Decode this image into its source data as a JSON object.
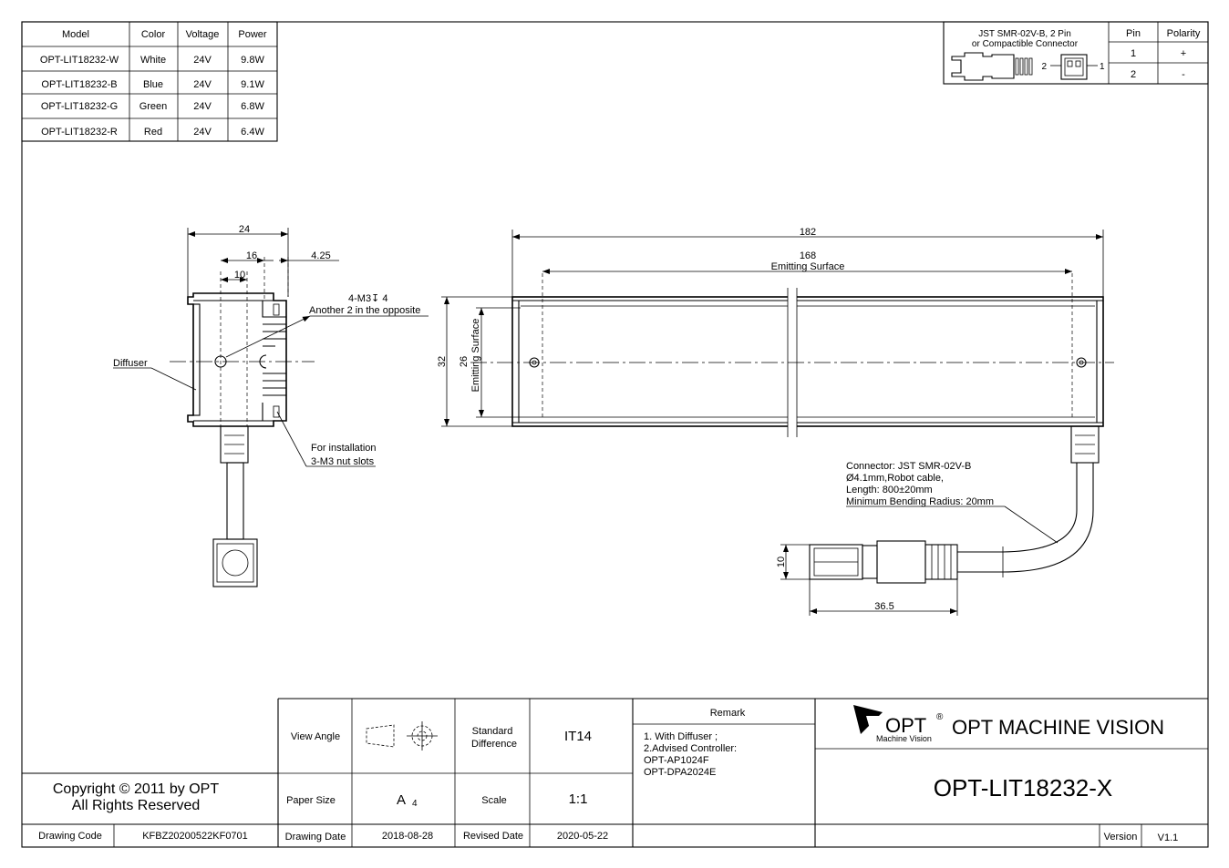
{
  "model_table": {
    "headers": [
      "Model",
      "Color",
      "Voltage",
      "Power"
    ],
    "rows": [
      [
        "OPT-LIT18232-W",
        "White",
        "24V",
        "9.8W"
      ],
      [
        "OPT-LIT18232-B",
        "Blue",
        "24V",
        "9.1W"
      ],
      [
        "OPT-LIT18232-G",
        "Green",
        "24V",
        "6.8W"
      ],
      [
        "OPT-LIT18232-R",
        "Red",
        "24V",
        "6.4W"
      ]
    ]
  },
  "pin_table": {
    "connector_line1": "JST SMR-02V-B, 2 Pin",
    "connector_line2": "or Compactible Connector",
    "pin_header": "Pin",
    "polarity_header": "Polarity",
    "rows": [
      [
        "1",
        "+"
      ],
      [
        "2",
        "-"
      ]
    ],
    "pin_label_2": "2",
    "pin_label_1": "1"
  },
  "side_view": {
    "dim_24": "24",
    "dim_16": "16",
    "dim_10": "10",
    "dim_425": "4.25",
    "hole_note_1": "4-M3↧ 4",
    "hole_note_2": "Another 2 in the opposite",
    "diffuser": "Diffuser",
    "install_1": "For installation",
    "install_2": "3-M3 nut slots"
  },
  "front_view": {
    "dim_182": "182",
    "dim_168": "168",
    "emitting_surface": "Emitting Surface",
    "dim_32": "32",
    "dim_26": "26",
    "emitting_surface_v": "Emitting Surface"
  },
  "cable": {
    "line1": "Connector: JST SMR-02V-B",
    "line2": "Ø4.1mm,Robot cable,",
    "line3": "Length: 800±20mm",
    "line4": "Minimum Bending Radius: 20mm",
    "dim_10": "10",
    "dim_365": "36.5"
  },
  "title_block": {
    "copyright_1": "Copyright © 2011 by OPT",
    "copyright_2": "All Rights Reserved",
    "drawing_code_label": "Drawing Code",
    "drawing_code": "KFBZ20200522KF0701",
    "view_angle_label": "View Angle",
    "standard_diff_label_1": "Standard",
    "standard_diff_label_2": "Difference",
    "standard_diff": "IT14",
    "paper_size_label": "Paper Size",
    "paper_size": "A",
    "paper_size_sub": "4",
    "scale_label": "Scale",
    "scale": "1:1",
    "drawing_date_label": "Drawing Date",
    "drawing_date": "2018-08-28",
    "revised_date_label": "Revised Date",
    "revised_date": "2020-05-22",
    "remark_label": "Remark",
    "remark_1": "1. With Diffuser ;",
    "remark_2": "2.Advised Controller:",
    "remark_3": "OPT-AP1024F",
    "remark_4": "OPT-DPA2024E",
    "logo_text": "OPT",
    "logo_reg": "®",
    "logo_sub": "Machine Vision",
    "company": "OPT MACHINE VISION",
    "part_number": "OPT-LIT18232-X",
    "version_label": "Version",
    "version": "V1.1"
  }
}
